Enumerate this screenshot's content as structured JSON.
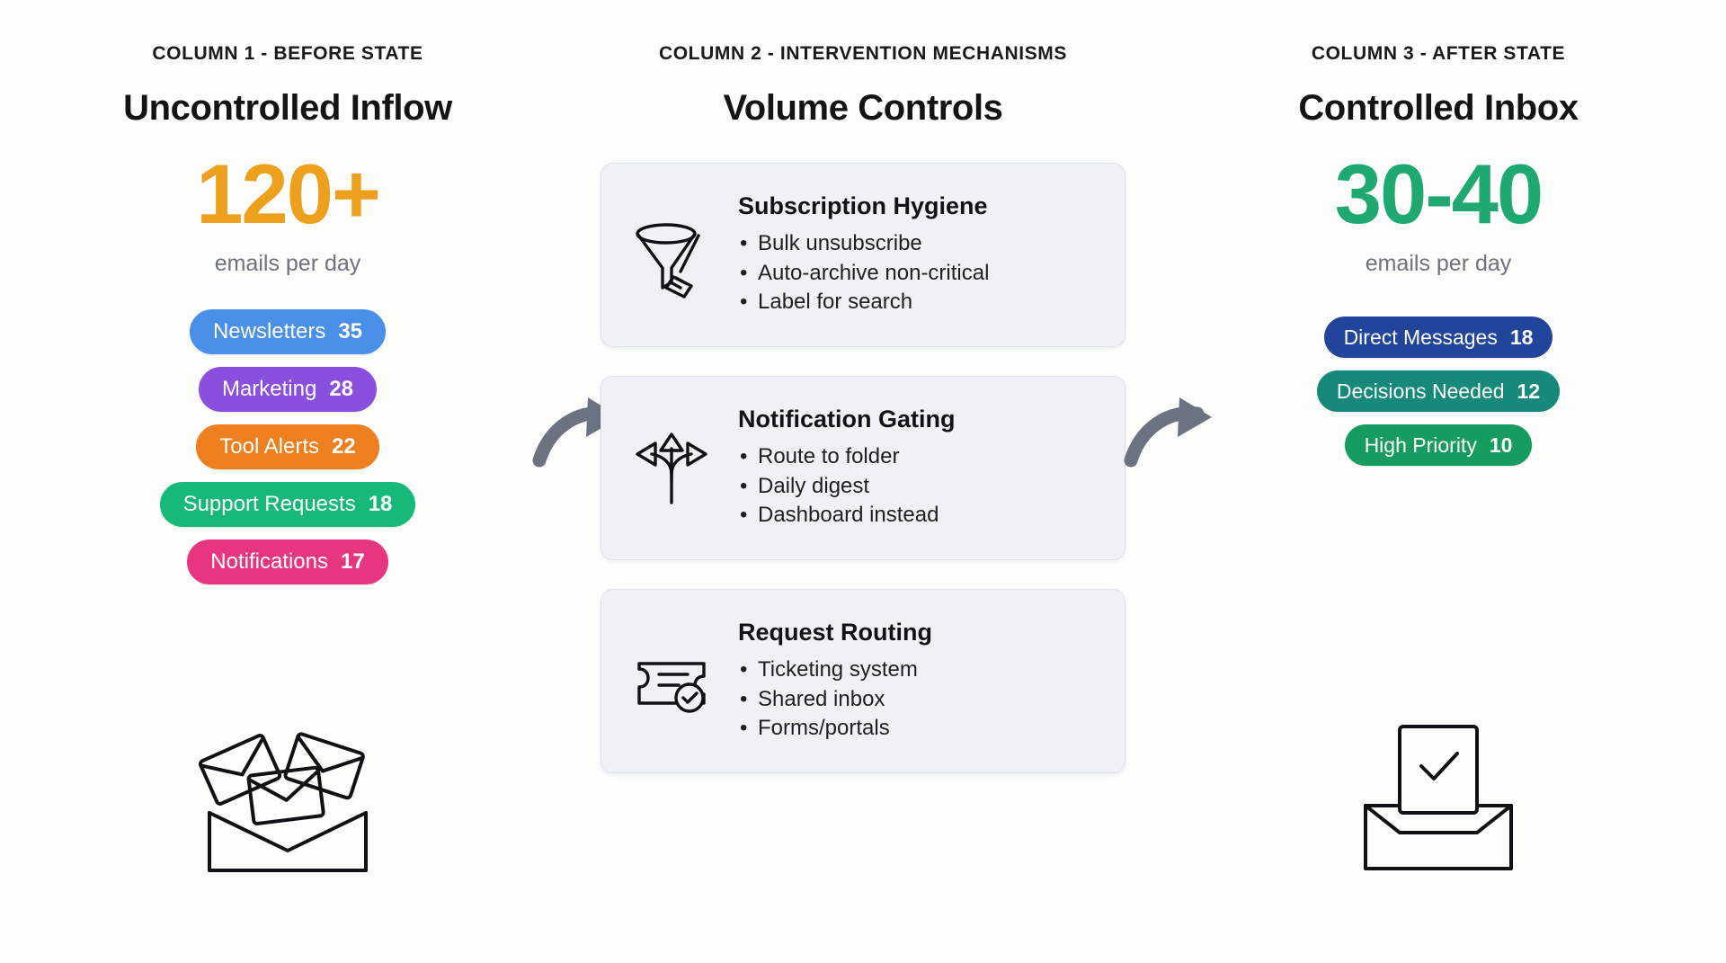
{
  "columns": {
    "before": {
      "kicker": "COLUMN 1 - BEFORE STATE",
      "title": "Uncontrolled Inflow",
      "stat_value": "120+",
      "stat_caption": "emails per day",
      "stat_color": "#EDA01E",
      "illustration": "messy-envelopes-icon",
      "pills": [
        {
          "label": "Newsletters",
          "value": "35",
          "color": "#4A90E8"
        },
        {
          "label": "Marketing",
          "value": "28",
          "color": "#8B4FE0"
        },
        {
          "label": "Tool Alerts",
          "value": "22",
          "color": "#ED7F1E"
        },
        {
          "label": "Support Requests",
          "value": "18",
          "color": "#17B978"
        },
        {
          "label": "Notifications",
          "value": "17",
          "color": "#E8357F"
        }
      ]
    },
    "mechanisms": {
      "kicker": "COLUMN 2 - INTERVENTION MECHANISMS",
      "title": "Volume Controls",
      "cards": [
        {
          "icon": "funnel-broom-icon",
          "title": "Subscription Hygiene",
          "bullets": [
            "Bulk unsubscribe",
            "Auto-archive non-critical",
            "Label for search"
          ]
        },
        {
          "icon": "branching-arrows-icon",
          "title": "Notification Gating",
          "bullets": [
            "Route to folder",
            "Daily digest",
            "Dashboard instead"
          ]
        },
        {
          "icon": "ticket-check-icon",
          "title": "Request Routing",
          "bullets": [
            "Ticketing system",
            "Shared inbox",
            "Forms/portals"
          ]
        }
      ]
    },
    "after": {
      "kicker": "COLUMN 3 - AFTER STATE",
      "title": "Controlled Inbox",
      "stat_value": "30-40",
      "stat_caption": "emails per day",
      "stat_color": "#1FA971",
      "illustration": "inbox-tray-check-icon",
      "pills": [
        {
          "label": "Direct Messages",
          "value": "18",
          "color": "#20459B"
        },
        {
          "label": "Decisions Needed",
          "value": "12",
          "color": "#17897B"
        },
        {
          "label": "High Priority",
          "value": "10",
          "color": "#169C5E"
        }
      ]
    }
  },
  "connectors": [
    {
      "name": "arrow-before-to-mechanisms",
      "color": "#6B7280"
    },
    {
      "name": "arrow-mechanisms-to-after",
      "color": "#6B7280"
    }
  ],
  "theme": {
    "background": "#FDFDFB",
    "card_background": "#EEF1F6",
    "card_border": "#DFE3EB",
    "text_primary": "#141414",
    "text_muted": "#6B7280",
    "line_art": "#101114"
  }
}
